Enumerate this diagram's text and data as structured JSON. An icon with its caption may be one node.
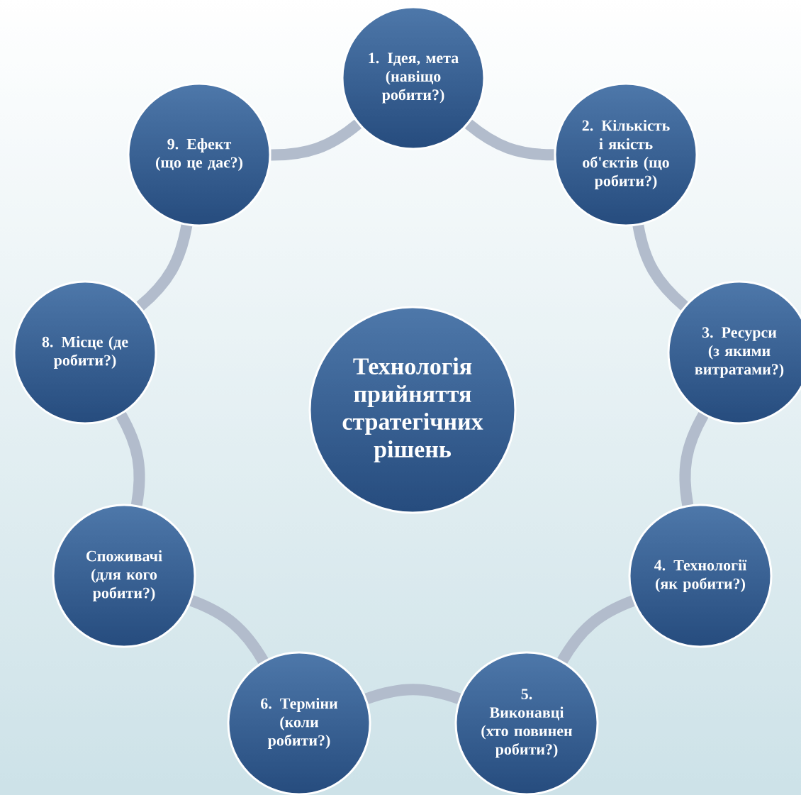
{
  "diagram": {
    "nodes": [
      {
        "text": [
          "Технологія прийняття стратегічних рішень"
        ]
      },
      {
        "text": [
          "1. Ідея, мета (навіщо робити?)"
        ]
      },
      {
        "text": [
          "2. Кількість і якість об'єктів (що робити?)"
        ]
      },
      {
        "text": [
          "3. Ресурси (з якими витратами?)"
        ]
      },
      {
        "text": [
          "4. Технології (як робити?)"
        ]
      },
      {
        "text": [
          "5. Виконавці (хто повинен робити?)"
        ]
      },
      {
        "text": [
          "6. Терміни (коли робити?)"
        ]
      },
      {
        "text": [
          "Споживачі (для кого робити?)"
        ]
      },
      {
        "text": [
          "8. Місце (де робити?)"
        ]
      },
      {
        "text": [
          "9. Ефект (що це дає?)"
        ]
      }
    ],
    "edges": [
      {
        "from": 1,
        "to": 2,
        "arrow": "none"
      },
      {
        "from": 2,
        "to": 3,
        "arrow": "none"
      },
      {
        "from": 3,
        "to": 4,
        "arrow": "none"
      },
      {
        "from": 4,
        "to": 5,
        "arrow": "none"
      },
      {
        "from": 5,
        "to": 6,
        "arrow": "none"
      },
      {
        "from": 6,
        "to": 7,
        "arrow": "none"
      },
      {
        "from": 7,
        "to": 8,
        "arrow": "none"
      },
      {
        "from": 8,
        "to": 9,
        "arrow": "none"
      },
      {
        "from": 9,
        "to": 1,
        "arrow": "none"
      }
    ]
  }
}
